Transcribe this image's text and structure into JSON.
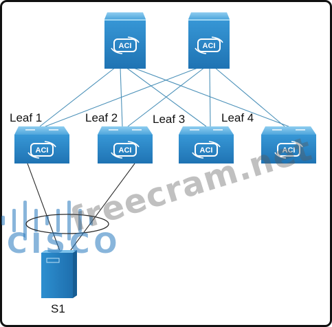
{
  "device_badge": "ACI",
  "leaf_labels": [
    "Leaf 1",
    "Leaf 2",
    "Leaf 3",
    "Leaf 4"
  ],
  "server_label": "S1",
  "watermark_text": "freecram.net",
  "logo_text": "CISCO",
  "colors": {
    "device_front": "#2a86c4",
    "device_top": "#6bb8e6",
    "device_dark": "#1c6aa5",
    "link": "#4a90b8",
    "frame": "#111111"
  },
  "icons": {
    "spine": "aci-spine-switch-icon",
    "leaf": "aci-leaf-switch-icon",
    "server": "server-icon",
    "port_channel": "port-channel-ellipse"
  }
}
